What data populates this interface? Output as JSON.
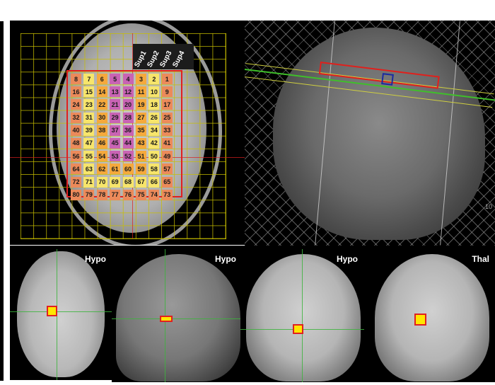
{
  "figure": {
    "axial_panel": {
      "sup_labels": [
        "Sup1",
        "Sup2",
        "Sup3",
        "Sup4"
      ],
      "grid_rows": [
        {
          "numbers": [
            "8",
            "7",
            "6",
            "5",
            "4",
            "3",
            "2",
            "1"
          ],
          "colors": [
            "R",
            "Y",
            "O",
            "M",
            "M",
            "O",
            "Y",
            "R"
          ]
        },
        {
          "numbers": [
            "16",
            "15",
            "14",
            "13",
            "12",
            "11",
            "10",
            "9"
          ],
          "colors": [
            "R",
            "Y",
            "O",
            "M",
            "M",
            "O",
            "Y",
            "R"
          ]
        },
        {
          "numbers": [
            "24",
            "23",
            "22",
            "21",
            "20",
            "19",
            "18",
            "17"
          ],
          "colors": [
            "R",
            "Y",
            "O",
            "M",
            "M",
            "O",
            "Y",
            "R"
          ]
        },
        {
          "numbers": [
            "32",
            "31",
            "30",
            "29",
            "28",
            "27",
            "26",
            "25"
          ],
          "colors": [
            "R",
            "Y",
            "O",
            "M",
            "M",
            "O",
            "Y",
            "R"
          ]
        },
        {
          "numbers": [
            "40",
            "39",
            "38",
            "37",
            "36",
            "35",
            "34",
            "33"
          ],
          "colors": [
            "R",
            "Y",
            "O",
            "M",
            "M",
            "O",
            "Y",
            "R"
          ]
        },
        {
          "numbers": [
            "48",
            "47",
            "46",
            "45",
            "44",
            "43",
            "42",
            "41"
          ],
          "colors": [
            "R",
            "Y",
            "O",
            "M",
            "M",
            "O",
            "Y",
            "R"
          ]
        },
        {
          "numbers": [
            "56",
            "55",
            "54",
            "53",
            "52",
            "51",
            "50",
            "49"
          ],
          "colors": [
            "R",
            "Y",
            "O",
            "M",
            "M",
            "O",
            "Y",
            "R"
          ]
        },
        {
          "numbers": [
            "64",
            "63",
            "62",
            "61",
            "60",
            "59",
            "58",
            "57"
          ],
          "colors": [
            "R",
            "Y",
            "O",
            "O",
            "O",
            "O",
            "Y",
            "R"
          ]
        },
        {
          "numbers": [
            "72",
            "71",
            "70",
            "69",
            "68",
            "67",
            "66",
            "65"
          ],
          "colors": [
            "R",
            "Y",
            "Y",
            "Y",
            "Y",
            "Y",
            "Y",
            "R"
          ]
        },
        {
          "numbers": [
            "80",
            "79",
            "78",
            "77",
            "76",
            "75",
            "74",
            "73"
          ],
          "colors": [
            "R",
            "R",
            "R",
            "R",
            "R",
            "R",
            "R",
            "R"
          ]
        }
      ],
      "colors": {
        "R": "#ec8a5a",
        "Y": "#f7e56b",
        "O": "#f5a93c",
        "M": "#c963b4",
        "grid_line": "#c8be00",
        "voi_box": "#e02020"
      }
    },
    "sagittal_panel": {
      "axis_tick": "10",
      "colors": {
        "slab": "#3fbf2a",
        "voi_box": "#e0201c",
        "selected_voxel": "#1a2aa0"
      }
    },
    "bottom_panels": [
      {
        "label": "Hypo",
        "view": "axial"
      },
      {
        "label": "Hypo",
        "view": "sagittal"
      },
      {
        "label": "Hypo",
        "view": "coronal"
      },
      {
        "label": "Thal",
        "view": "coronal"
      }
    ],
    "roi_colors": {
      "fill": "#ffe600",
      "border": "#e02020",
      "crosshair": "#3cb43c"
    }
  }
}
